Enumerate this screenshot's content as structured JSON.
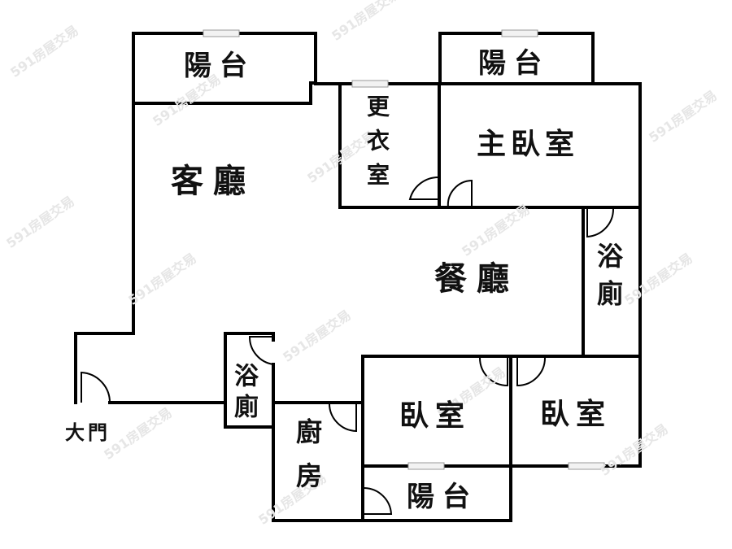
{
  "floorplan": {
    "rooms": {
      "balcony_top_left": "陽台",
      "balcony_top_right": "陽台",
      "dressing_room": "更衣室",
      "master_bedroom": "主臥室",
      "living_room": "客廳",
      "dining_room": "餐廳",
      "bathroom_right": "浴廁",
      "bathroom_left": "浴廁",
      "kitchen": "廚房",
      "bedroom_1": "臥室",
      "bedroom_2": "臥室",
      "balcony_bottom": "陽台"
    },
    "entrance_label": "大門",
    "watermark": "591房屋交易",
    "colors": {
      "wall": "#000000",
      "window": "#b0b0b0",
      "background": "#ffffff",
      "watermark": "#e6e6e6"
    }
  }
}
